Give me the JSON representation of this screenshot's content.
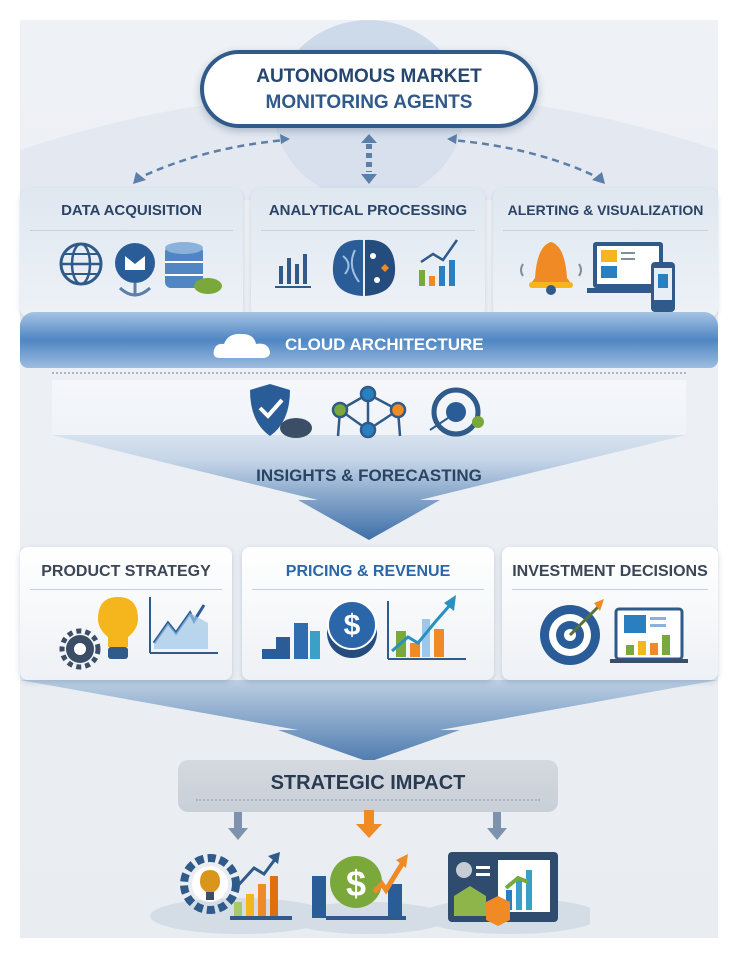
{
  "header": {
    "title_line1": "AUTONOMOUS MARKET",
    "title_line2": "MONITORING AGENTS"
  },
  "capabilities": [
    {
      "title": "DATA ACQUISITION",
      "icons": [
        "globe-icon",
        "network-node-icon",
        "database-cloud-icon"
      ]
    },
    {
      "title": "ANALYTICAL PROCESSING",
      "icons": [
        "bar-chart-icon",
        "brain-icon",
        "line-bar-chart-icon"
      ]
    },
    {
      "title": "ALERTING & VISUALIZATION",
      "icons": [
        "bell-icon",
        "laptop-dashboard-icon",
        "mobile-icon"
      ]
    }
  ],
  "cloud": {
    "label": "CLOUD ARCHITECTURE",
    "icons": [
      "shield-check-icon",
      "network-graph-icon",
      "target-orbit-icon"
    ]
  },
  "insights": {
    "label": "INSIGHTS & FORECASTING"
  },
  "outcomes": [
    {
      "title": "PRODUCT STRATEGY",
      "icons": [
        "gear-icon",
        "lightbulb-icon",
        "trend-chart-icon"
      ]
    },
    {
      "title": "PRICING & REVENUE",
      "icons": [
        "bar-chart-icon",
        "dollar-coin-icon",
        "growth-chart-icon"
      ]
    },
    {
      "title": "INVESTMENT DECISIONS",
      "icons": [
        "target-icon",
        "laptop-chart-icon"
      ]
    }
  ],
  "impact": {
    "label": "STRATEGIC IMPACT"
  },
  "colors": {
    "navy": "#2f5a8a",
    "accent_orange": "#f08a24",
    "green": "#7aa83a",
    "yellow": "#f5b51c"
  }
}
